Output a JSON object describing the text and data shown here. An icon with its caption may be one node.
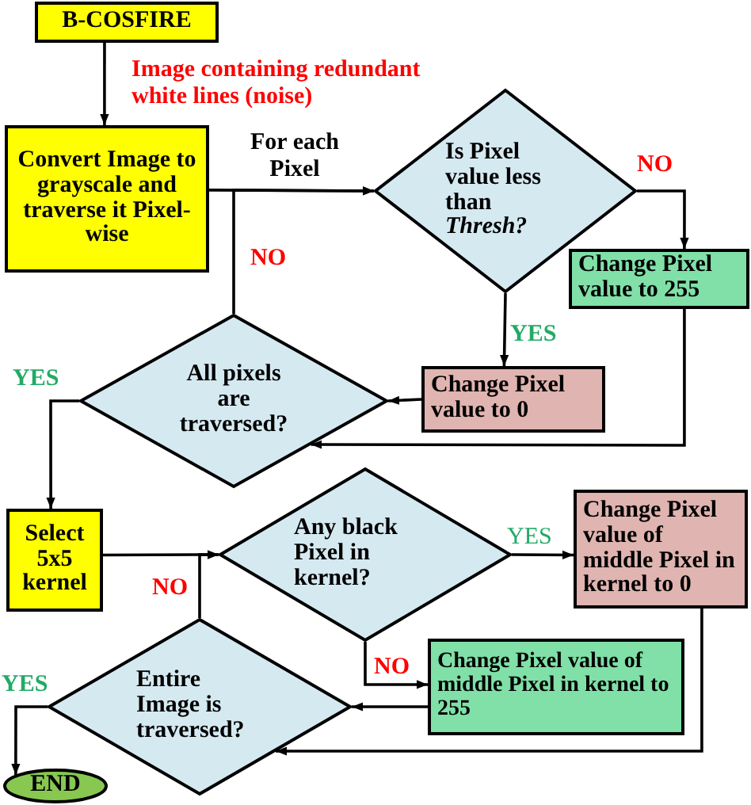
{
  "diagram": {
    "nodes": [
      {
        "text": [
          "B-COSFIRE"
        ]
      },
      {
        "text": [
          "Convert Image to grayscale and traverse it Pixel-wise"
        ]
      },
      {
        "text": [
          "Is Pixel value less than *Thresh?*"
        ]
      },
      {
        "text": [
          "Change Pixel value to 255"
        ]
      },
      {
        "text": [
          "Change Pixel value to 0"
        ]
      },
      {
        "text": [
          "All pixels are traversed?"
        ]
      },
      {
        "text": [
          "Select 5x5 kernel"
        ]
      },
      {
        "text": [
          "Any black Pixel in kernel?"
        ]
      },
      {
        "text": [
          "Change Pixel value of middle Pixel in kernel to 0"
        ]
      },
      {
        "text": [
          "Change Pixel value of middle Pixel in kernel to 255"
        ]
      },
      {
        "text": [
          "Entire Image is traversed?"
        ]
      },
      {
        "text": [
          "END"
        ]
      }
    ],
    "edges": [
      {
        "from": 0,
        "to": 1,
        "arrow": "to",
        "label": "Image containing redundant white lines (noise)"
      },
      {
        "from": 1,
        "to": 2,
        "arrow": "to",
        "label": "For each Pixel"
      },
      {
        "from": 2,
        "to": 3,
        "arrow": "to",
        "label": "NO"
      },
      {
        "from": 2,
        "to": 4,
        "arrow": "to",
        "label": "YES"
      },
      {
        "from": 4,
        "to": 5,
        "arrow": "to"
      },
      {
        "from": 3,
        "to": 5,
        "arrow": "to"
      },
      {
        "from": 5,
        "to": 2,
        "arrow": "to",
        "label": "NO"
      },
      {
        "from": 5,
        "to": 6,
        "arrow": "to",
        "label": "YES"
      },
      {
        "from": 6,
        "to": 7,
        "arrow": "to"
      },
      {
        "from": 7,
        "to": 8,
        "arrow": "to",
        "label": "YES"
      },
      {
        "from": 7,
        "to": 9,
        "arrow": "to",
        "label": "NO"
      },
      {
        "from": 9,
        "to": 10,
        "arrow": "to"
      },
      {
        "from": 8,
        "to": 10,
        "arrow": "to"
      },
      {
        "from": 10,
        "to": 7,
        "arrow": "to",
        "label": "NO"
      },
      {
        "from": 10,
        "to": 11,
        "arrow": "to",
        "label": "YES"
      }
    ]
  }
}
